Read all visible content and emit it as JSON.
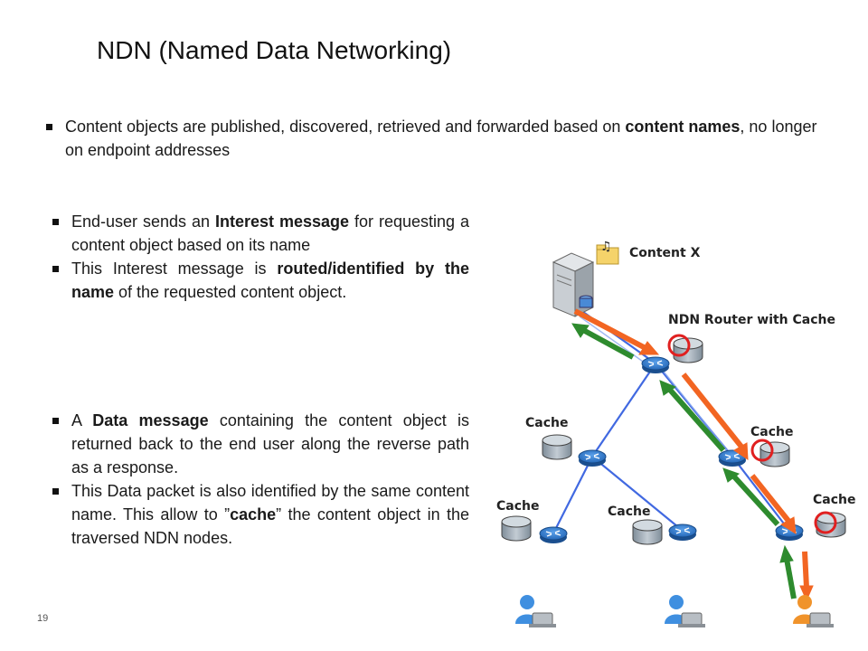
{
  "slide": {
    "title": "NDN (Named Data Networking)",
    "page_number": "19"
  },
  "top_bullet": {
    "prefix": "Content objects are published, discovered, retrieved and forwarded based on ",
    "bold": "content names",
    "suffix": ", no longer on endpoint addresses"
  },
  "left_bullets": [
    {
      "pre": "End-user sends an ",
      "bold": "Interest message",
      "post": " for requesting a content object based on its name"
    },
    {
      "pre": "This Interest message is ",
      "bold": "routed/identified by the name",
      "post": " of the requested content object."
    },
    {
      "pre": "A ",
      "bold": "Data message",
      "post": " containing the content object is returned back to the end user along the reverse path as a response."
    },
    {
      "pre": "This Data packet is also identified by the same content name. This allow to ”",
      "bold": "cache",
      "post": "” the content object in the traversed NDN nodes."
    }
  ],
  "diagram": {
    "content_label": "Content X",
    "router_label": "NDN Router with Cache",
    "cache_label": "Cache",
    "colors": {
      "link": "#4169e1",
      "interest_arrow": "#2e8b2e",
      "data_arrow": "#f26522",
      "cache_marker": "#e02020",
      "router": "#2a6fc9",
      "cache_disk": "#9aa7b3"
    }
  }
}
